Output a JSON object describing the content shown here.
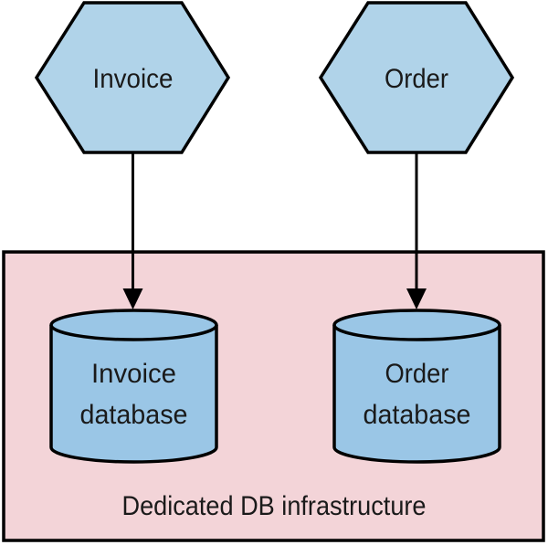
{
  "diagram": {
    "services": [
      {
        "label": "Invoice"
      },
      {
        "label": "Order"
      }
    ],
    "databases": [
      {
        "line1": "Invoice",
        "line2": "database"
      },
      {
        "line1": "Order",
        "line2": "database"
      }
    ],
    "container_label": "Dedicated DB infrastructure"
  },
  "colors": {
    "hexagon_fill": "#b0d3e9",
    "cylinder_fill": "#9ac6e6",
    "container_fill": "#f3d4d8",
    "stroke": "#000000",
    "text": "#1a1a1a"
  }
}
